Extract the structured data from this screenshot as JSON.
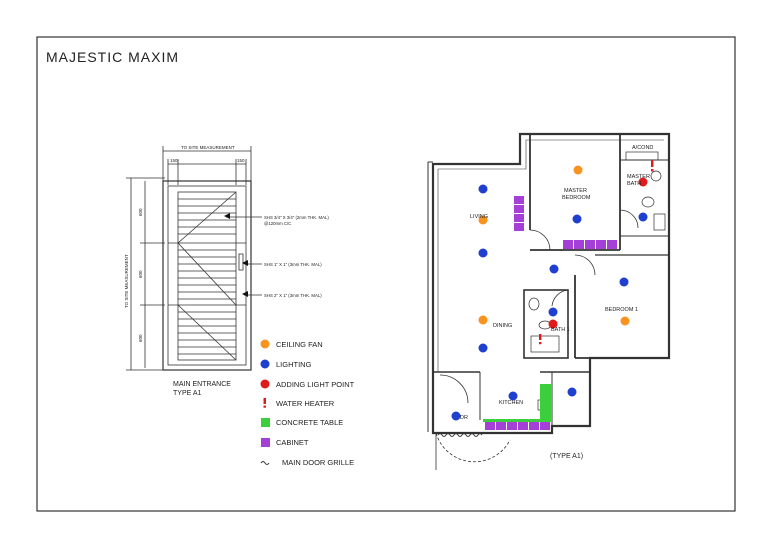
{
  "title": "MAJESTIC  MAXIM",
  "door_elevation": {
    "top_dimension": "TO SITE MEASUREMENT",
    "top_left_dim": "150",
    "top_right_dim": "150",
    "side_dimension": "TO SITE MEASUREMENT",
    "side_dim_upper": "600",
    "side_dim_mid": "600",
    "side_dim_lower": "600",
    "note_1a": "SHS 3/4\" X 3/4\" (2mm THK. MAL)",
    "note_1b": "@120mm C/C",
    "note_2": "SHS 1\" X 1\" (3mm THK. MAL)",
    "note_3": "SHS 2\" X 1\" (3mm THK. MAL)",
    "caption_1": "MAIN ENTRANCE",
    "caption_2": "TYPE A1"
  },
  "legend": {
    "items": [
      {
        "label": "CEILING FAN",
        "icon": "orange-dot-icon",
        "color": "#f7931e"
      },
      {
        "label": "LIGHTING",
        "icon": "blue-dot-icon",
        "color": "#1f3fd1"
      },
      {
        "label": "ADDING LIGHT POINT",
        "icon": "red-dot-icon",
        "color": "#e01b1b"
      },
      {
        "label": "WATER HEATER",
        "icon": "red-exclamation-icon",
        "color": "#e01b1b"
      },
      {
        "label": "CONCRETE TABLE",
        "icon": "green-square-icon",
        "color": "#3ccf3c"
      },
      {
        "label": "CABINET",
        "icon": "purple-square-icon",
        "color": "#a43fd8"
      },
      {
        "label": "MAIN DOOR GRILLE",
        "icon": "wavy-line-icon",
        "color": "#333333"
      }
    ]
  },
  "floor_plan": {
    "rooms": {
      "acond": "A/COND",
      "master_bath_1": "MASTER",
      "master_bath_2": "BATH",
      "master_bed_1": "MASTER",
      "master_bed_2": "BEDROOM",
      "living": "LIVING",
      "bedroom1": "BEDROOM  1",
      "dining": "DINING",
      "bath1": "BATH  1",
      "kitchen": "KITCHEN",
      "dr": "DR"
    },
    "caption": "(TYPE  A1)"
  }
}
